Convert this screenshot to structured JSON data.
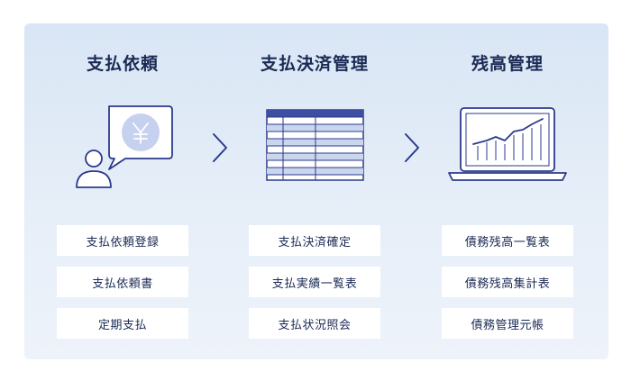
{
  "columns": [
    {
      "title": "支払依頼",
      "illustration": "person-with-yen-speech-bubble-icon",
      "items": [
        "支払依頼登録",
        "支払依頼書",
        "定期支払"
      ]
    },
    {
      "title": "支払決済管理",
      "illustration": "spreadsheet-table-icon",
      "items": [
        "支払決済確定",
        "支払実績一覧表",
        "支払状況照会"
      ]
    },
    {
      "title": "残高管理",
      "illustration": "laptop-chart-icon",
      "items": [
        "債務残高一覧表",
        "債務残高集計表",
        "債務管理元帳"
      ]
    }
  ],
  "arrows": [
    "chevron-right-icon",
    "chevron-right-icon"
  ],
  "colors": {
    "navy": "#1b2a55",
    "line_blue": "#2b3a8c",
    "table_header": "#3d4fa0",
    "table_row_alt": "#c9d6ee",
    "panel_top": "#d9e6f5",
    "panel_bottom": "#eef3fa",
    "yen_circle": "#c5d1ee"
  }
}
